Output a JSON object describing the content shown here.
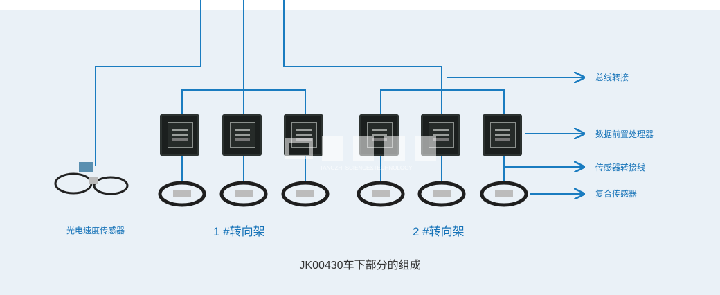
{
  "labels": {
    "bus": "总线转接",
    "processor": "数据前置处理器",
    "cable": "传感器转接线",
    "sensor": "复合传感器",
    "speed": "光电速度传感器"
  },
  "groups": [
    "1  #转向架",
    "2  #转向架"
  ],
  "title": "JK00430车下部分的组成",
  "watermark": {
    "cn": "唐智科技",
    "en": "TANGZHI SCIENCE&TECHNOLOGY"
  },
  "colors": {
    "line": "#1a7cc0",
    "bg": "#eaf1f7"
  }
}
